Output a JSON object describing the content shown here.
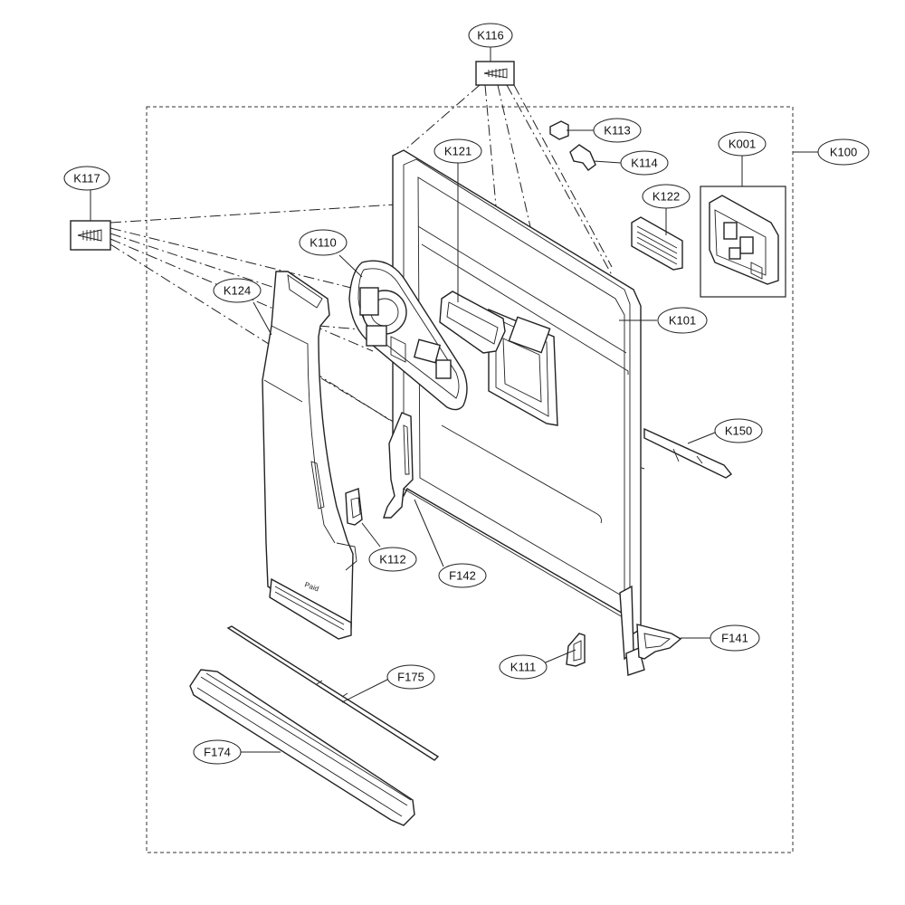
{
  "callouts": [
    {
      "id": "K116"
    },
    {
      "id": "K113"
    },
    {
      "id": "K114"
    },
    {
      "id": "K001"
    },
    {
      "id": "K100"
    },
    {
      "id": "K117"
    },
    {
      "id": "K121"
    },
    {
      "id": "K122"
    },
    {
      "id": "K110"
    },
    {
      "id": "K124"
    },
    {
      "id": "K101"
    },
    {
      "id": "K150"
    },
    {
      "id": "K112"
    },
    {
      "id": "F142"
    },
    {
      "id": "F141"
    },
    {
      "id": "K111"
    },
    {
      "id": "F175"
    },
    {
      "id": "F174"
    }
  ],
  "door_logo_text": "Paid"
}
